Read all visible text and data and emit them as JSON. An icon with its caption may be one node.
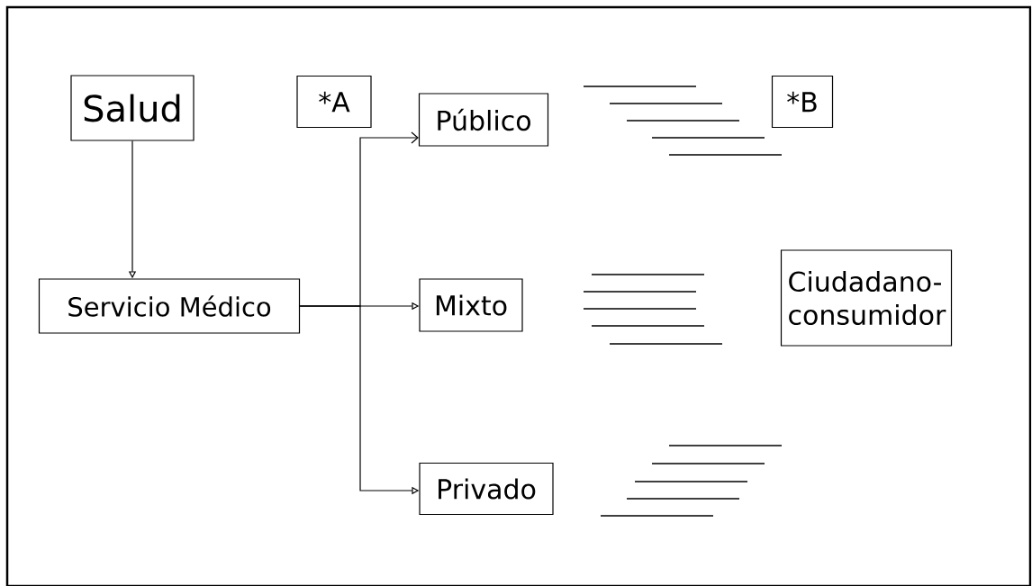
{
  "diagram": {
    "nodes": [
      {
        "text": [
          "Salud"
        ]
      },
      {
        "text": [
          "*A"
        ]
      },
      {
        "text": [
          "Público"
        ]
      },
      {
        "text": [
          "*B"
        ]
      },
      {
        "text": [
          "Servicio Médico"
        ]
      },
      {
        "text": [
          "Mixto"
        ]
      },
      {
        "text": [
          "Ciudadano-consumidor"
        ]
      },
      {
        "text": [
          "Privado"
        ]
      }
    ],
    "edges": [
      {
        "from": 0,
        "to": 4,
        "arrow": "to"
      },
      {
        "from": 4,
        "to": 2,
        "arrow": "to"
      },
      {
        "from": 4,
        "to": 5,
        "arrow": "to"
      },
      {
        "from": 4,
        "to": 7,
        "arrow": "to"
      }
    ]
  }
}
